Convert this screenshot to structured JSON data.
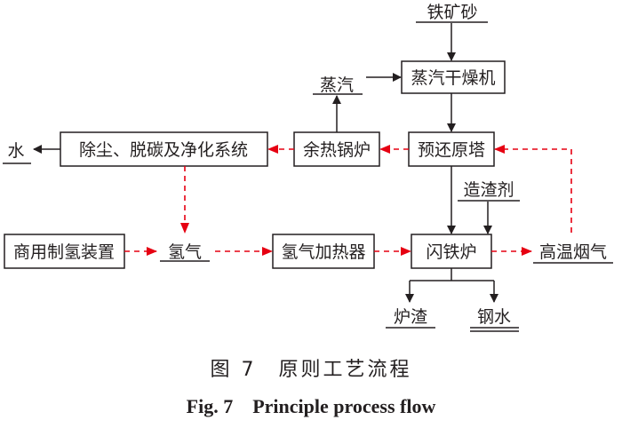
{
  "nodes": {
    "iron_ore": "铁矿砂",
    "steam_dryer": "蒸汽干燥机",
    "steam": "蒸汽",
    "dust_removal": "除尘、脱碳及净化系统",
    "waste_heat_boiler": "余热锅炉",
    "pre_reduction_tower": "预还原塔",
    "water": "水",
    "slag_agent": "造渣剂",
    "commercial_h2": "商用制氢装置",
    "hydrogen": "氢气",
    "h2_heater": "氢气加热器",
    "flash_furnace": "闪铁炉",
    "hot_flue_gas": "高温烟气",
    "furnace_slag": "炉渣",
    "molten_steel": "钢水"
  },
  "legend": {
    "solid_color": "#231f20",
    "gas_flow_color": "#e60012"
  },
  "caption": {
    "cn": "图 7　原则工艺流程",
    "en": "Fig. 7　Principle process flow"
  }
}
